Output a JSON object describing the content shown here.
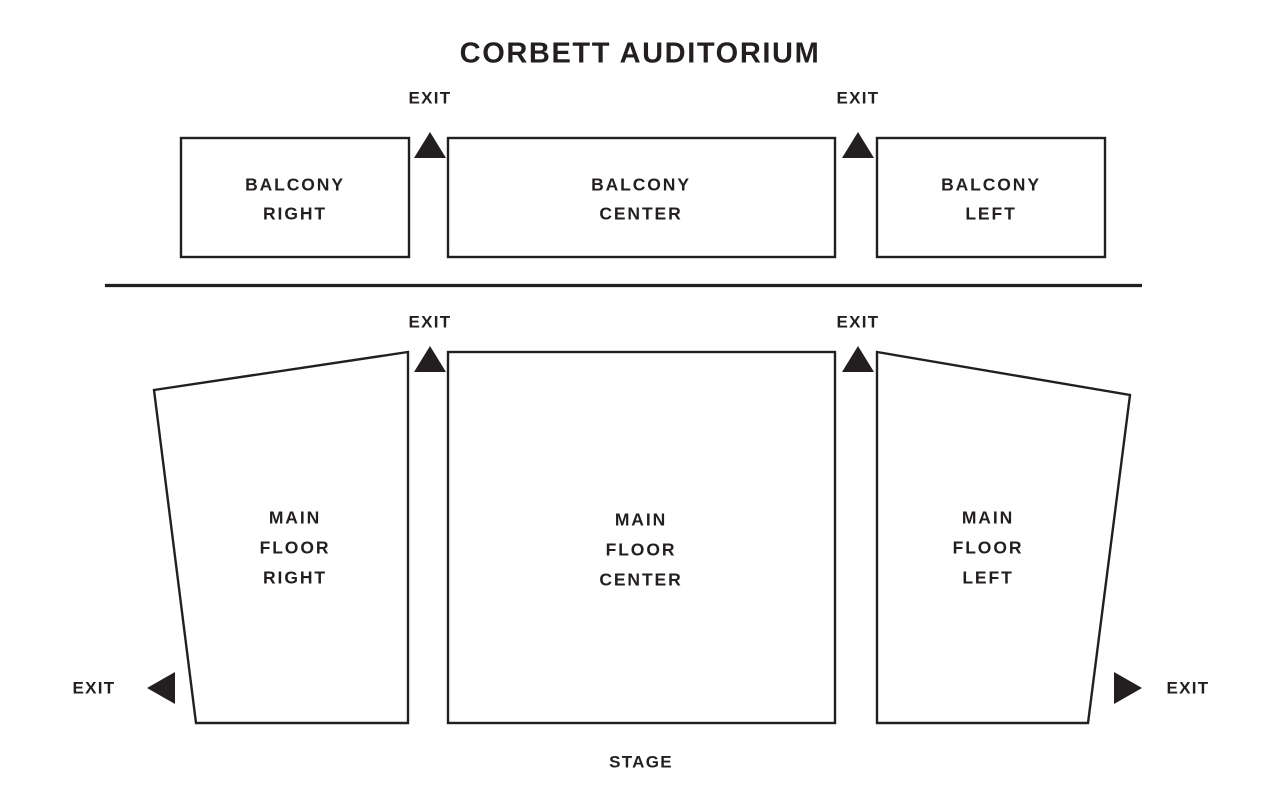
{
  "title": "CORBETT AUDITORIUM",
  "stage_label": "STAGE",
  "colors": {
    "ink": "#231f20",
    "background": "#ffffff"
  },
  "balcony": {
    "sections": [
      {
        "id": "balcony-right",
        "line1": "BALCONY",
        "line2": "RIGHT"
      },
      {
        "id": "balcony-center",
        "line1": "BALCONY",
        "line2": "CENTER"
      },
      {
        "id": "balcony-left",
        "line1": "BALCONY",
        "line2": "LEFT"
      }
    ]
  },
  "main_floor": {
    "sections": [
      {
        "id": "main-floor-right",
        "line1": "MAIN",
        "line2": "FLOOR",
        "line3": "RIGHT"
      },
      {
        "id": "main-floor-center",
        "line1": "MAIN",
        "line2": "FLOOR",
        "line3": "CENTER"
      },
      {
        "id": "main-floor-left",
        "line1": "MAIN",
        "line2": "FLOOR",
        "line3": "LEFT"
      }
    ]
  },
  "exits": [
    {
      "id": "balcony-exit-right",
      "label": "EXIT",
      "direction": "up"
    },
    {
      "id": "balcony-exit-left",
      "label": "EXIT",
      "direction": "up"
    },
    {
      "id": "main-floor-exit-right",
      "label": "EXIT",
      "direction": "up"
    },
    {
      "id": "main-floor-exit-left",
      "label": "EXIT",
      "direction": "up"
    },
    {
      "id": "side-exit-right",
      "label": "EXIT",
      "direction": "left"
    },
    {
      "id": "side-exit-left",
      "label": "EXIT",
      "direction": "right"
    }
  ]
}
